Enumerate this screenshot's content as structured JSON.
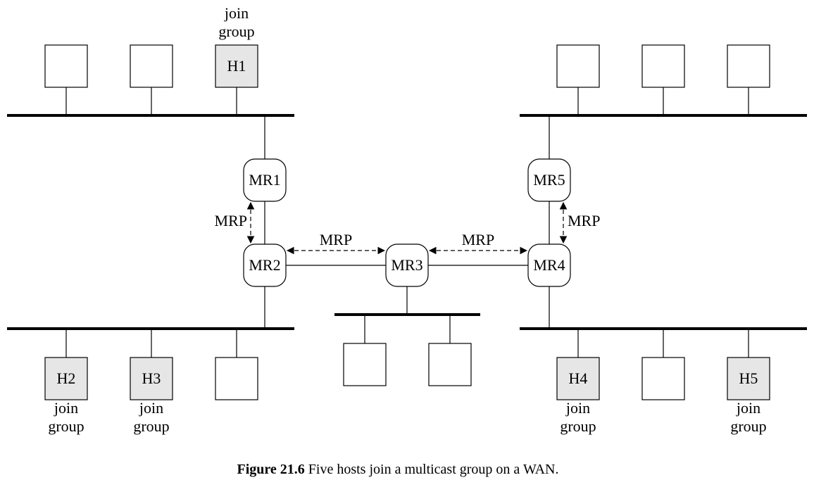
{
  "hosts": [
    {
      "label": "H1",
      "note1": "join",
      "note2": "group"
    },
    {
      "label": "H2",
      "note1": "join",
      "note2": "group"
    },
    {
      "label": "H3",
      "note1": "join",
      "note2": "group"
    },
    {
      "label": "H4",
      "note1": "join",
      "note2": "group"
    },
    {
      "label": "H5",
      "note1": "join",
      "note2": "group"
    }
  ],
  "routers": [
    "MR1",
    "MR2",
    "MR3",
    "MR4",
    "MR5"
  ],
  "protocol_labels": [
    "MRP",
    "MRP",
    "MRP",
    "MRP"
  ],
  "caption": {
    "figure": "Figure 21.6",
    "text": "Five hosts join a multicast group on a WAN."
  }
}
